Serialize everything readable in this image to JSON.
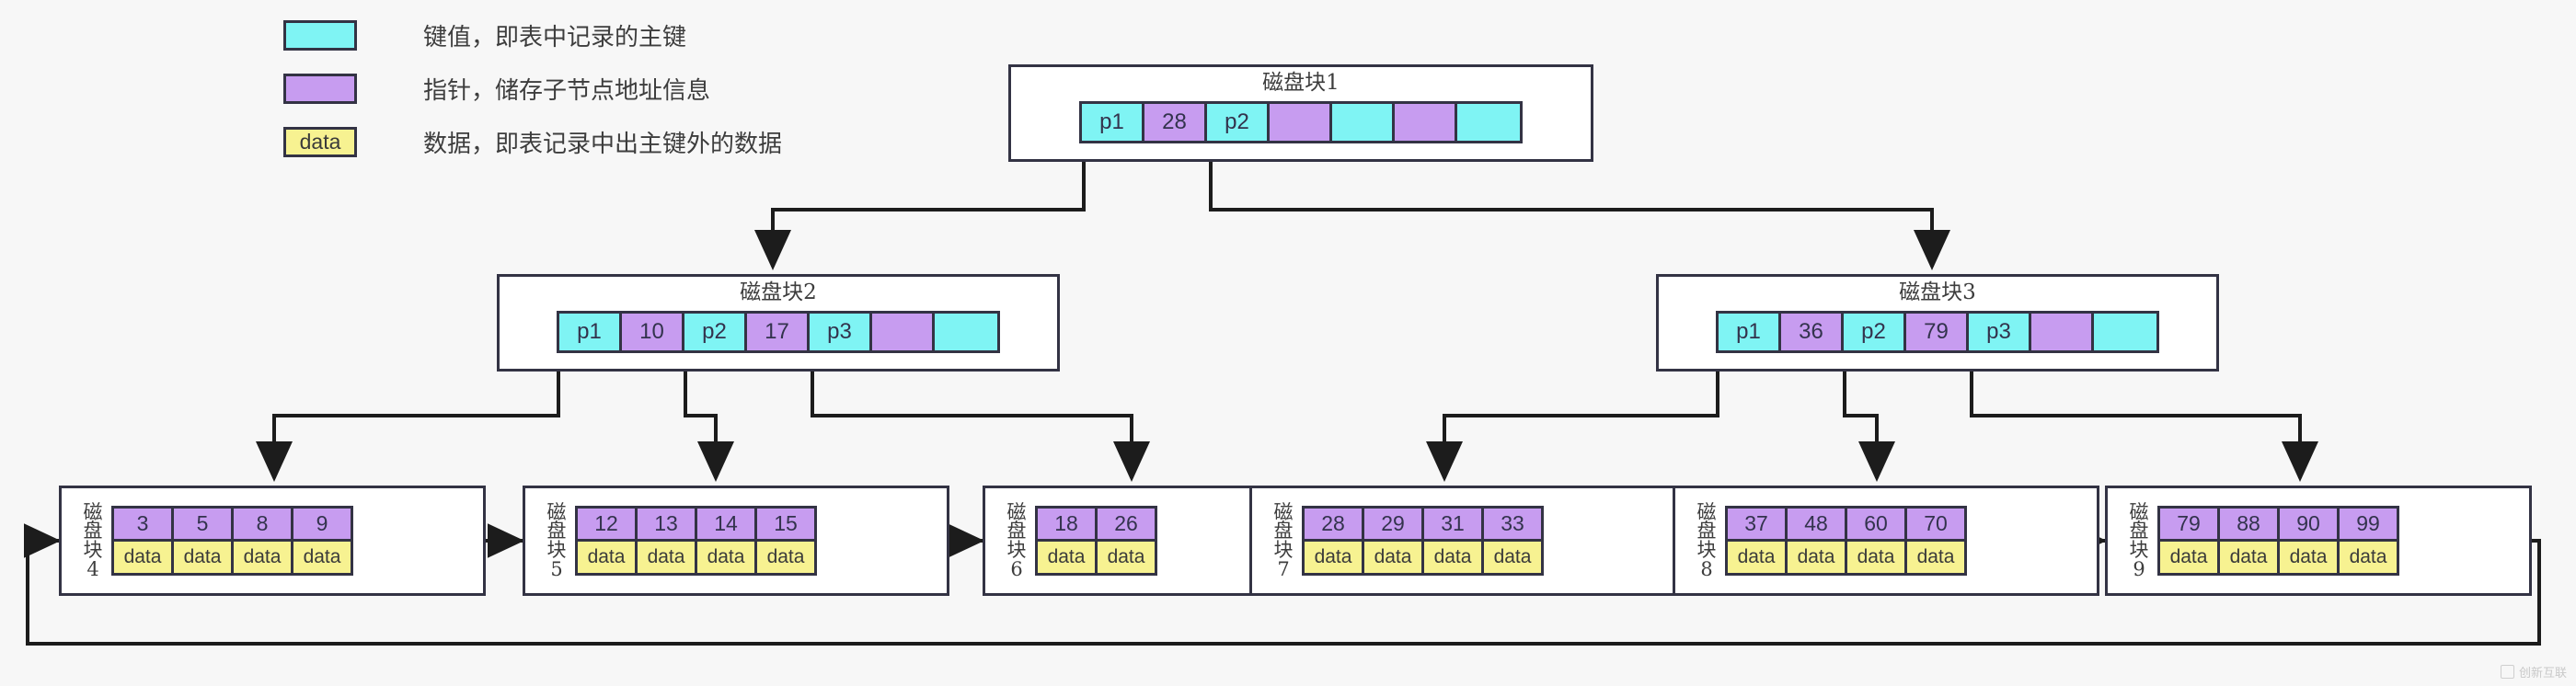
{
  "legend": {
    "items": [
      {
        "swatch": "key",
        "swatch_text": "",
        "color": "#7ff4f4",
        "text": "键值，即表中记录的主键"
      },
      {
        "swatch": "ptr",
        "swatch_text": "",
        "color": "#c79cf0",
        "text": "指针，储存子节点地址信息"
      },
      {
        "swatch": "data",
        "swatch_text": "data",
        "color": "#f7f291",
        "text": "数据，即表记录中出主键外的数据"
      }
    ]
  },
  "colors": {
    "key": "#7ff4f4",
    "pointer": "#c79cf0",
    "data": "#f7f291",
    "border": "#333344",
    "background": "#f7f7f7",
    "node_fill": "#ffffff"
  },
  "nodes": {
    "root": {
      "title": "磁盘块1",
      "cells": [
        {
          "text": "p1",
          "type": "key"
        },
        {
          "text": "28",
          "type": "ptr"
        },
        {
          "text": "p2",
          "type": "key"
        },
        {
          "text": "",
          "type": "ptr"
        },
        {
          "text": "",
          "type": "key"
        },
        {
          "text": "",
          "type": "ptr"
        },
        {
          "text": "",
          "type": "key"
        }
      ]
    },
    "internal": [
      {
        "title": "磁盘块2",
        "cells": [
          {
            "text": "p1",
            "type": "key"
          },
          {
            "text": "10",
            "type": "ptr"
          },
          {
            "text": "p2",
            "type": "key"
          },
          {
            "text": "17",
            "type": "ptr"
          },
          {
            "text": "p3",
            "type": "key"
          },
          {
            "text": "",
            "type": "ptr"
          },
          {
            "text": "",
            "type": "key"
          }
        ]
      },
      {
        "title": "磁盘块3",
        "cells": [
          {
            "text": "p1",
            "type": "key"
          },
          {
            "text": "36",
            "type": "ptr"
          },
          {
            "text": "p2",
            "type": "key"
          },
          {
            "text": "79",
            "type": "ptr"
          },
          {
            "text": "p3",
            "type": "key"
          },
          {
            "text": "",
            "type": "ptr"
          },
          {
            "text": "",
            "type": "key"
          }
        ]
      }
    ],
    "leaves": [
      {
        "label": "磁盘块4",
        "keys": [
          "3",
          "5",
          "8",
          "9"
        ],
        "data": [
          "data",
          "data",
          "data",
          "data"
        ]
      },
      {
        "label": "磁盘块5",
        "keys": [
          "12",
          "13",
          "14",
          "15"
        ],
        "data": [
          "data",
          "data",
          "data",
          "data"
        ]
      },
      {
        "label": "磁盘块6",
        "keys": [
          "18",
          "26"
        ],
        "data": [
          "data",
          "data"
        ]
      },
      {
        "label": "磁盘块7",
        "keys": [
          "28",
          "29",
          "31",
          "33"
        ],
        "data": [
          "data",
          "data",
          "data",
          "data"
        ]
      },
      {
        "label": "磁盘块8",
        "keys": [
          "37",
          "48",
          "60",
          "70"
        ],
        "data": [
          "data",
          "data",
          "data",
          "data"
        ]
      },
      {
        "label": "磁盘块9",
        "keys": [
          "79",
          "88",
          "90",
          "99"
        ],
        "data": [
          "data",
          "data",
          "data",
          "data"
        ]
      }
    ]
  },
  "watermark": {
    "text": "创新互联"
  }
}
